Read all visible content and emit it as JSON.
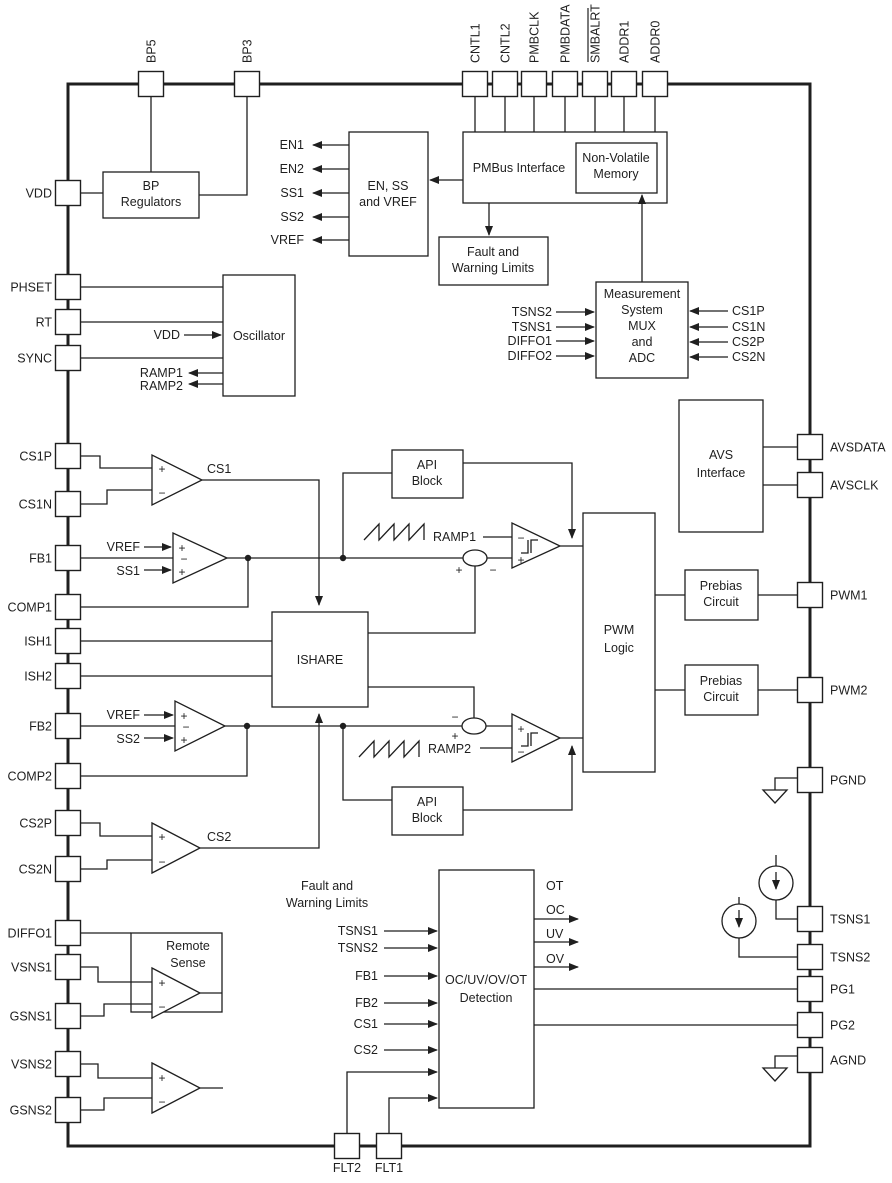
{
  "colors": {
    "line": "#1f1f1f",
    "background": "#ffffff"
  },
  "pins": {
    "top": [
      "BP5",
      "BP3",
      "CNTL1",
      "CNTL2",
      "PMBCLK",
      "PMBDATA",
      "SMBALRT",
      "ADDR1",
      "ADDR0"
    ],
    "left": [
      "VDD",
      "PHSET",
      "RT",
      "SYNC",
      "CS1P",
      "CS1N",
      "FB1",
      "COMP1",
      "ISH1",
      "ISH2",
      "FB2",
      "COMP2",
      "CS2P",
      "CS2N",
      "DIFFO1",
      "VSNS1",
      "GSNS1",
      "VSNS2",
      "GSNS2"
    ],
    "right": [
      "AVSDATA",
      "AVSCLK",
      "PWM1",
      "PWM2",
      "PGND",
      "TSNS1",
      "TSNS2",
      "PG1",
      "PG2",
      "AGND"
    ],
    "bottom": [
      "FLT2",
      "FLT1"
    ]
  },
  "blocks": {
    "bp_regulators": [
      "BP",
      "Regulators"
    ],
    "en_ss_vref": [
      "EN, SS",
      "and VREF"
    ],
    "pmbus_interface": [
      "PMBus Interface"
    ],
    "nvm": [
      "Non-Volatile",
      "Memory"
    ],
    "fault_warning": [
      "Fault and",
      "Warning Limits"
    ],
    "measurement": [
      "Measurement",
      "System",
      "MUX",
      "and",
      "ADC"
    ],
    "oscillator": [
      "Oscillator"
    ],
    "api1": [
      "API",
      "Block"
    ],
    "api2": [
      "API",
      "Block"
    ],
    "ishare": [
      "ISHARE"
    ],
    "pwm_logic": [
      "PWM",
      "Logic"
    ],
    "prebias1": [
      "Prebias",
      "Circuit"
    ],
    "prebias2": [
      "Prebias",
      "Circuit"
    ],
    "avs_interface": [
      "AVS",
      "Interface"
    ],
    "detection": [
      "OC/UV/OV/OT",
      "Detection"
    ],
    "remote_sense": [
      "Remote",
      "Sense"
    ]
  },
  "sig": {
    "en_ss_outputs": [
      "EN1",
      "EN2",
      "SS1",
      "SS2",
      "VREF"
    ],
    "osc_vdd": "VDD",
    "ramp_outputs": [
      "RAMP1",
      "RAMP2"
    ],
    "meas_left": [
      "TSNS2",
      "TSNS1",
      "DIFFO1",
      "DIFFO2"
    ],
    "meas_right": [
      "CS1P",
      "CS1N",
      "CS2P",
      "CS2N"
    ],
    "ch1": {
      "vref": "VREF",
      "ss": "SS1",
      "cs": "CS1",
      "ramp": "RAMP1"
    },
    "ch2": {
      "vref": "VREF",
      "ss": "SS2",
      "cs": "CS2",
      "ramp": "RAMP2"
    }
  },
  "det": {
    "note": [
      "Fault and",
      "Warning Limits"
    ],
    "inputs": [
      "TSNS1",
      "TSNS2",
      "FB1",
      "FB2",
      "CS1",
      "CS2"
    ],
    "outputs": [
      "OT",
      "OC",
      "UV",
      "OV"
    ]
  },
  "sym": {
    "plus": "+",
    "minus": "−"
  }
}
